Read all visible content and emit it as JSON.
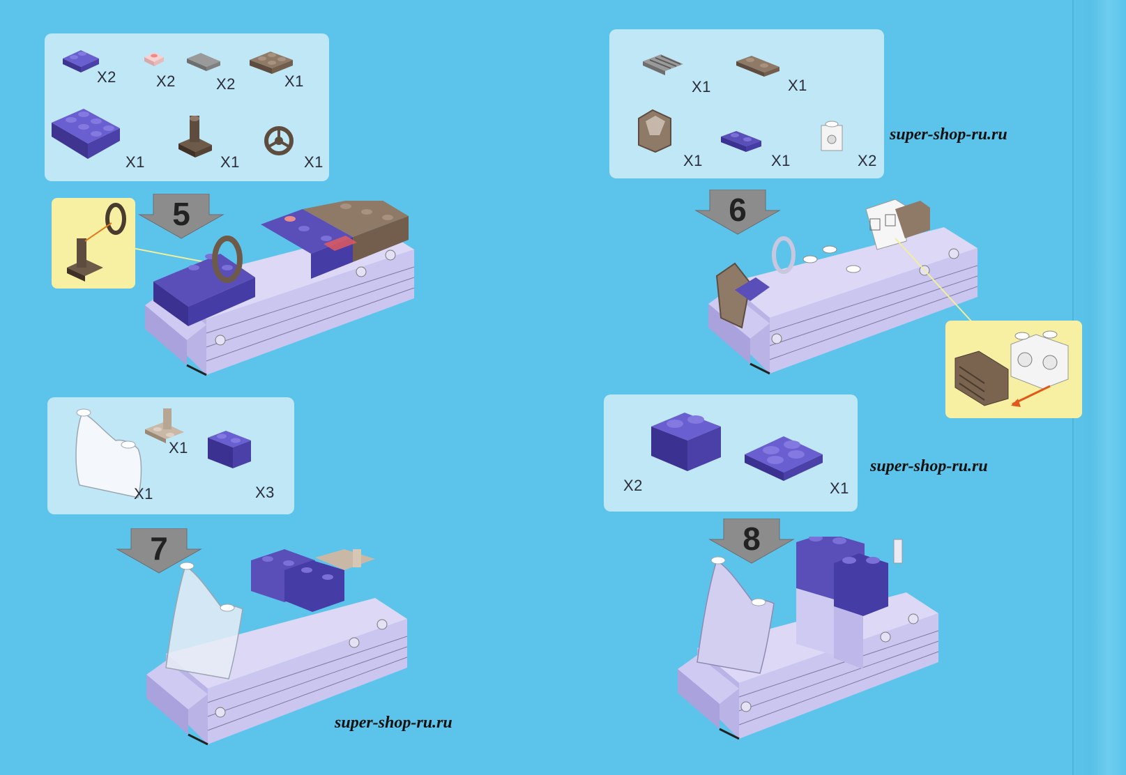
{
  "watermark_text": "super-shop-ru.ru",
  "steps": [
    {
      "number": "5",
      "parts": [
        {
          "part": "purple-corner-plate",
          "qty": "X2"
        },
        {
          "part": "pink-round-plate",
          "qty": "X2"
        },
        {
          "part": "gray-tile-1x2",
          "qty": "X2"
        },
        {
          "part": "brown-plate-2x2",
          "qty": "X1"
        },
        {
          "part": "purple-mudguard-plate",
          "qty": "X1"
        },
        {
          "part": "brown-steering-stand",
          "qty": "X1"
        },
        {
          "part": "brown-steering-wheel",
          "qty": "X1"
        }
      ]
    },
    {
      "number": "6",
      "parts": [
        {
          "part": "gray-grille-tile",
          "qty": "X1"
        },
        {
          "part": "brown-plate-1x2",
          "qty": "X1"
        },
        {
          "part": "brown-windscreen",
          "qty": "X1"
        },
        {
          "part": "purple-plate-1x2",
          "qty": "X1"
        },
        {
          "part": "white-headlight-brick",
          "qty": "X2"
        }
      ]
    },
    {
      "number": "7",
      "parts": [
        {
          "part": "clear-windscreen",
          "qty": "X1"
        },
        {
          "part": "tan-bracket-plate",
          "qty": "X1"
        },
        {
          "part": "purple-brick-1x2",
          "qty": "X3"
        }
      ]
    },
    {
      "number": "8",
      "parts": [
        {
          "part": "purple-brick-2x2",
          "qty": "X2"
        },
        {
          "part": "purple-plate-2x2",
          "qty": "X1"
        }
      ]
    }
  ],
  "colors": {
    "background": "#5cc4ea",
    "panel": "#bfe7f5",
    "callout": "#f7f0a2",
    "purple": "#5a4fb8",
    "lavender": "#cfcaf2",
    "brown": "#7a6450",
    "arrow_gray": "#8c8c8c"
  }
}
